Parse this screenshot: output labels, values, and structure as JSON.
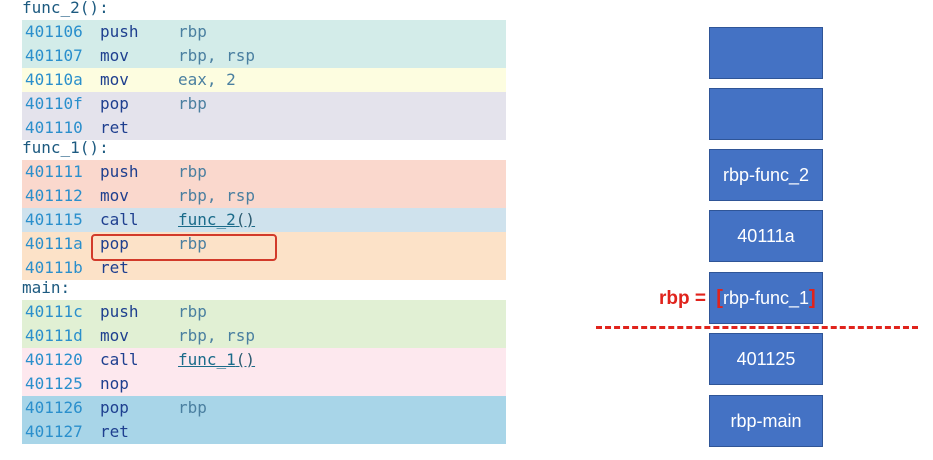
{
  "code": {
    "functions": [
      {
        "label": "func_2():",
        "rows": [
          {
            "addr": "401106",
            "op": "push",
            "arg": "rbp",
            "bg": "#d3ece9"
          },
          {
            "addr": "401107",
            "op": "mov",
            "arg": "rbp, rsp",
            "bg": "#d3ece9"
          },
          {
            "addr": "40110a",
            "op": "mov",
            "arg": "eax, 2",
            "bg": "#fdfde0"
          },
          {
            "addr": "40110f",
            "op": "pop",
            "arg": "rbp",
            "bg": "#e4e3ec"
          },
          {
            "addr": "401110",
            "op": "ret",
            "arg": "",
            "bg": "#e4e3ec"
          }
        ]
      },
      {
        "label": "func_1():",
        "rows": [
          {
            "addr": "401111",
            "op": "push",
            "arg": "rbp",
            "bg": "#fad8cd"
          },
          {
            "addr": "401112",
            "op": "mov",
            "arg": "rbp, rsp",
            "bg": "#fad8cd"
          },
          {
            "addr": "401115",
            "op": "call",
            "arg": "func_2",
            "paren": "()",
            "bg": "#cfe2ed"
          },
          {
            "addr": "40111a",
            "op": "pop",
            "arg": "rbp",
            "bg": "#fce2c8"
          },
          {
            "addr": "40111b",
            "op": "ret",
            "arg": "",
            "bg": "#fce2c8"
          }
        ]
      },
      {
        "label": "main:",
        "rows": [
          {
            "addr": "40111c",
            "op": "push",
            "arg": "rbp",
            "bg": "#e1f0d4"
          },
          {
            "addr": "40111d",
            "op": "mov",
            "arg": "rbp, rsp",
            "bg": "#e1f0d4"
          },
          {
            "addr": "401120",
            "op": "call",
            "arg": "func_1",
            "paren": "()",
            "bg": "#fde8ee"
          },
          {
            "addr": "401125",
            "op": "nop",
            "arg": "",
            "bg": "#fde8ee"
          },
          {
            "addr": "401126",
            "op": "pop",
            "arg": "rbp",
            "bg": "#a8d5e8"
          },
          {
            "addr": "401127",
            "op": "ret",
            "arg": "",
            "bg": "#a8d5e8"
          }
        ]
      }
    ]
  },
  "stack": {
    "slots": [
      "",
      "",
      "rbp-func_2",
      "40111a",
      "rbp-func_1",
      "401125",
      "rbp-main"
    ],
    "rbp_pointer": {
      "label": "rbp = ",
      "open_bracket": "[",
      "close_bracket": "]",
      "slot": 4
    }
  },
  "colors": {
    "box": "#4472c4",
    "accent_red": "#e0231c"
  }
}
